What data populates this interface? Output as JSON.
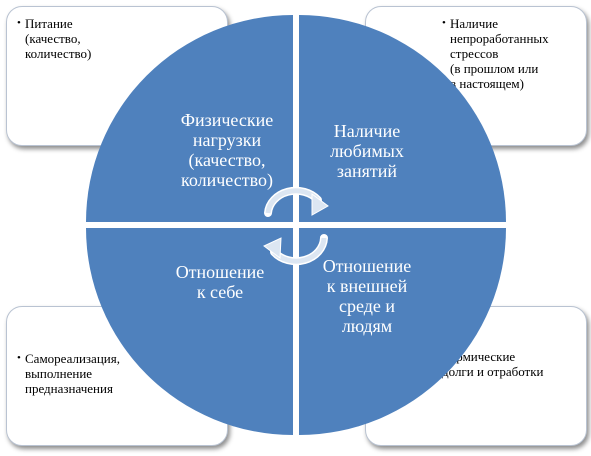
{
  "diagram": {
    "quadrants": [
      {
        "id": "top-left",
        "label": "Физические\nнагрузки\n(качество,\nколичество)"
      },
      {
        "id": "top-right",
        "label": "Наличие\nлюбимых\nзанятий"
      },
      {
        "id": "bottom-left",
        "label": "Отношение\nк себе"
      },
      {
        "id": "bottom-right",
        "label": "Отношение\nк внешней\nсреде и\nлюдям"
      }
    ],
    "notes": {
      "top_left": {
        "bullet": "•",
        "text": "Питание\n(качество,\nколичество)"
      },
      "top_right": {
        "bullet": "•",
        "text": "Наличие\nнепроработанных\nстрессов\n(в прошлом или\nв настоящем)"
      },
      "bottom_left": {
        "bullet": "•",
        "text": "Самореализация,\nвыполнение\nпредназначения"
      },
      "bottom_right": {
        "text": "Кармические\nдолги и отработки"
      }
    },
    "colors": {
      "quadrant_fill": "#4f81bd",
      "arrow_fill": "#dce6f2",
      "box_border": "#b9c3d2"
    },
    "icons": [
      "cycle-arrow-icon",
      "cycle-arrow-icon"
    ]
  }
}
